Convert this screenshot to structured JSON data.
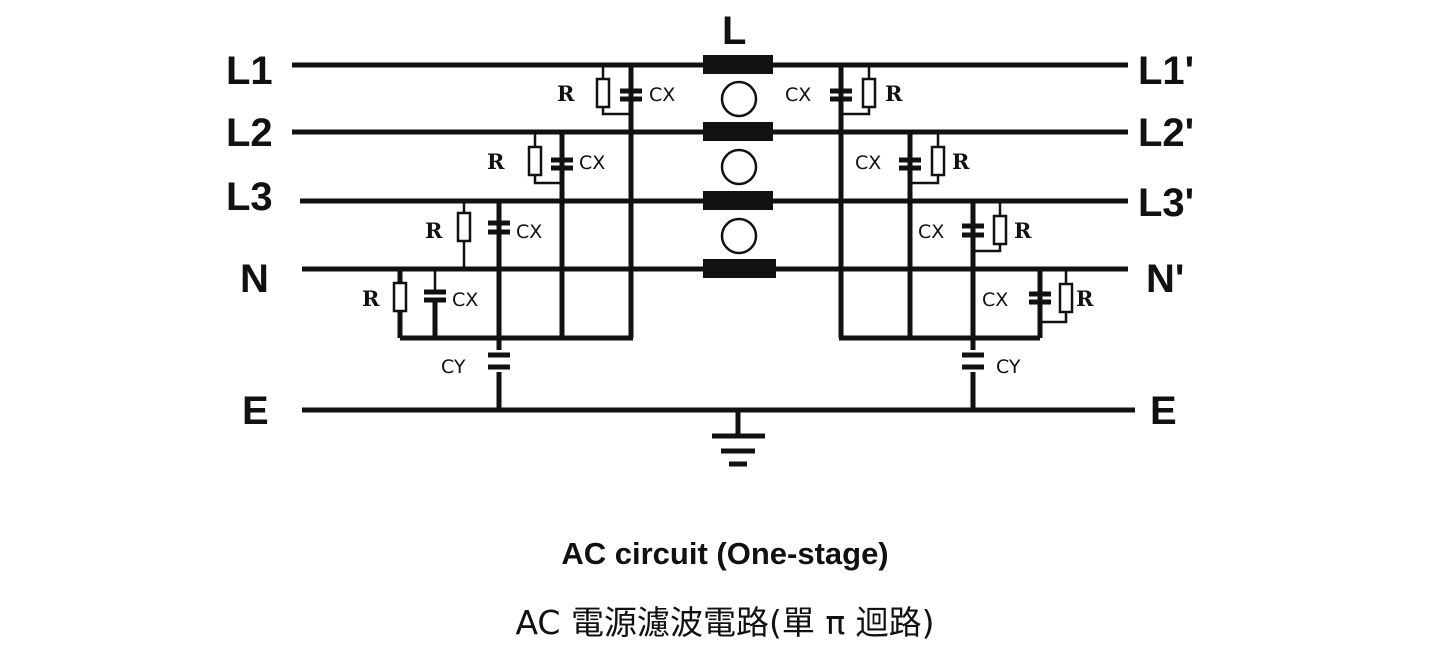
{
  "lines": {
    "l1": "L1",
    "l2": "L2",
    "l3": "L3",
    "n": "N",
    "e": "E",
    "l1_out": "L1'",
    "l2_out": "L2'",
    "l3_out": "L3'",
    "n_out": "N'",
    "e_out": "E"
  },
  "choke_label": "L",
  "components": {
    "resistor": "R",
    "x_capacitor": "CX",
    "y_capacitor": "CY"
  },
  "caption": {
    "title": "AC circuit (One-stage)",
    "subtitle": "AC 電源濾波電路(單 π 迴路)"
  }
}
